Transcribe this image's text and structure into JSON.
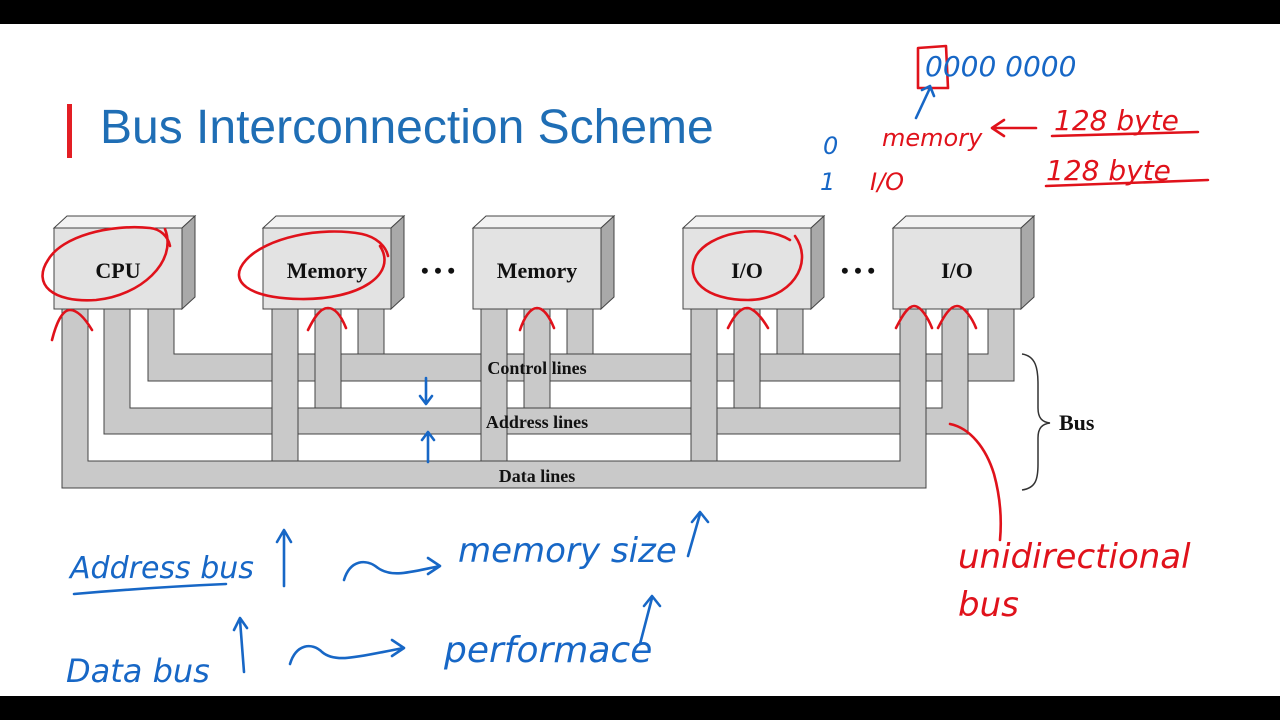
{
  "title": "Bus Interconnection Scheme",
  "modules": [
    {
      "label": "CPU"
    },
    {
      "label": "Memory"
    },
    {
      "label": "Memory"
    },
    {
      "label": "I/O"
    },
    {
      "label": "I/O"
    }
  ],
  "ellipsis": "• • •",
  "bus_lines": {
    "control": "Control lines",
    "address": "Address lines",
    "data": "Data lines"
  },
  "bus_label": "Bus",
  "annotations": {
    "binary": "0000 0000",
    "bit0": "0",
    "bit1": "1",
    "memory": "memory",
    "io": "I/O",
    "size1": "128 byte",
    "size2": "128 byte",
    "address_bus": "Address bus",
    "memory_size": "memory size",
    "data_bus": "Data bus",
    "performance": "performace",
    "unidirectional": "unidirectional",
    "bus_word": "bus"
  },
  "colors": {
    "title": "#1f6eb5",
    "accent": "#e31e24",
    "ink_blue": "#1767c6",
    "ink_red": "#e0121b",
    "box_fill": "#e3e3e3",
    "bus_fill": "#c9c9c9"
  }
}
